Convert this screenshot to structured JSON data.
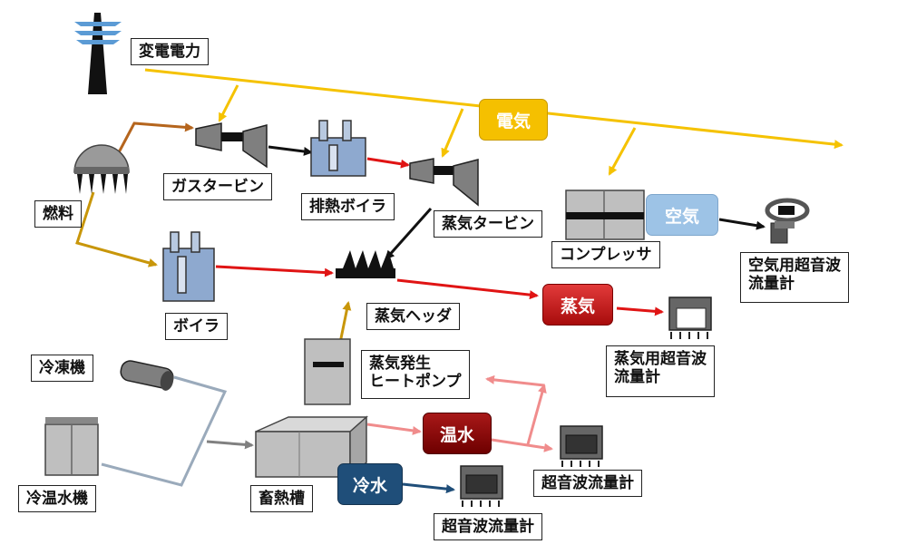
{
  "labels": {
    "substation_power": "変電電力",
    "gas_turbine": "ガスタービン",
    "waste_heat_boiler": "排熱ボイラ",
    "steam_turbine": "蒸気タービン",
    "fuel": "燃料",
    "boiler": "ボイラ",
    "steam_header": "蒸気ヘッダ",
    "compressor": "コンプレッサ",
    "air_flowmeter_line1": "空気用超音波",
    "air_flowmeter_line2": "流量計",
    "steam_flowmeter_line1": "蒸気用超音波",
    "steam_flowmeter_line2": "流量計",
    "steam_heat_pump_line1": "蒸気発生",
    "steam_heat_pump_line2": "ヒートポンプ",
    "refrigerator": "冷凍機",
    "chiller_heater": "冷温水機",
    "heat_storage_tank": "畜熱槽",
    "hot_water_flowmeter": "超音波流量計",
    "cold_water_flowmeter": "超音波流量計"
  },
  "badges": {
    "electricity": "電気",
    "air": "空気",
    "steam": "蒸気",
    "hot_water": "温水",
    "cold_water": "冷水"
  },
  "colors": {
    "electricity": "#f5c200",
    "fuel": "#c8960a",
    "gas_fuel": "#b5651d",
    "steam": "#e01414",
    "hot_water": "#f08c8c",
    "chilled": "#9aaabb",
    "cold_water": "#1f4e79",
    "air_badge": "#9dc3e6",
    "steam_badge": "#d21e1e",
    "hot_water_badge": "#8b0000",
    "electricity_badge": "#f5c000"
  },
  "icons": [
    "transmission-tower-icon",
    "fuel-tank-icon",
    "gas-turbine-icon",
    "steam-turbine-icon",
    "boiler-icon",
    "steam-header-icon",
    "compressor-icon",
    "ultrasonic-flowmeter-icon",
    "heat-pump-icon",
    "refrigerator-icon",
    "chiller-icon",
    "storage-tank-icon"
  ]
}
